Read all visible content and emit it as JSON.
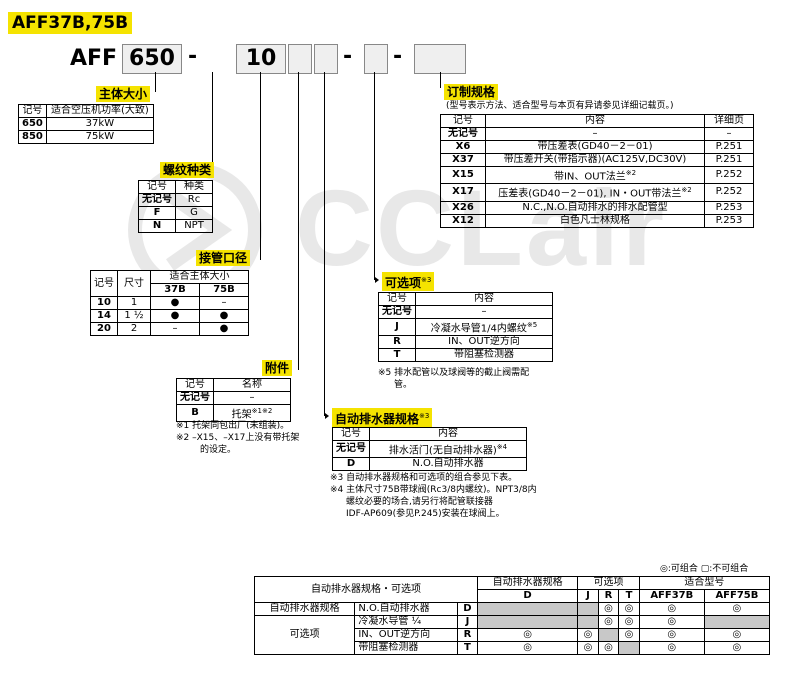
{
  "title": "AFF37B,75B",
  "model": {
    "prefix": "AFF",
    "size_value": "650",
    "port_value": "10",
    "dash": "-"
  },
  "body_size": {
    "label": "主体大小",
    "headers": [
      "记号",
      "适合空压机功率(大致)"
    ],
    "rows": [
      [
        "650",
        "37kW"
      ],
      [
        "850",
        "75kW"
      ]
    ]
  },
  "thread_type": {
    "label": "螺纹种类",
    "headers": [
      "记号",
      "种类"
    ],
    "rows": [
      [
        "无记号",
        "Rc"
      ],
      [
        "F",
        "G"
      ],
      [
        "N",
        "NPT"
      ]
    ]
  },
  "port_size": {
    "label": "接管口径",
    "headers": [
      "记号",
      "尺寸",
      "适合主体大小",
      "37B",
      "75B"
    ],
    "rows": [
      [
        "10",
        "1",
        "●",
        "–"
      ],
      [
        "14",
        "1 ½",
        "●",
        "●"
      ],
      [
        "20",
        "2",
        "–",
        "●"
      ]
    ]
  },
  "accessory": {
    "label": "附件",
    "headers": [
      "记号",
      "名称"
    ],
    "rows": [
      [
        "无记号",
        "–"
      ],
      [
        "B",
        "托架",
        "※1※2"
      ]
    ],
    "notes": [
      "※1 托架同包出厂(未组装)。",
      "※2 –X15、–X17上没有带托架",
      "的设定。"
    ]
  },
  "drain": {
    "label": "自动排水器规格",
    "label_sup": "※3",
    "headers": [
      "记号",
      "内容"
    ],
    "rows": [
      [
        "无记号",
        "排水活门(无自动排水器)",
        "※4"
      ],
      [
        "D",
        "N.O.自动排水器",
        ""
      ]
    ],
    "notes": [
      "※3 自动排水器规格和可选项的组合参见下表。",
      "※4 主体尺寸75B带球阀(Rc3/8内螺纹)。NPT3/8内",
      "螺纹必要的场合,请另行将配管联接器",
      "IDF-AP609(参见P.245)安装在球阀上。"
    ]
  },
  "options": {
    "label": "可选项",
    "label_sup": "※3",
    "headers": [
      "记号",
      "内容"
    ],
    "rows": [
      [
        "无记号",
        "–",
        ""
      ],
      [
        "J",
        "冷凝水导管1/4内螺纹",
        "※5"
      ],
      [
        "R",
        "IN、OUT逆方向",
        ""
      ],
      [
        "T",
        "带阻塞检测器",
        ""
      ]
    ],
    "notes": [
      "※5 排水配管以及球阀等的截止阀需配",
      "管。"
    ]
  },
  "custom": {
    "label": "订制规格",
    "subtitle": "(型号表示方法、适合型号与本页有异请参见详细记载页。)",
    "headers": [
      "记号",
      "内容",
      "详细页"
    ],
    "rows": [
      [
        "无记号",
        "–",
        "–",
        ""
      ],
      [
        "X6",
        "带压差表(GD40－2－01)",
        "P.251",
        ""
      ],
      [
        "X37",
        "带压差开关(带指示器)(AC125V,DC30V)",
        "P.251",
        ""
      ],
      [
        "X15",
        "带IN、OUT法兰",
        "P.252",
        "※2"
      ],
      [
        "X17",
        "压差表(GD40－2－01), IN・OUT带法兰",
        "P.252",
        "※2"
      ],
      [
        "X26",
        "N.C.,N.O.自动排水的排水配管型",
        "P.253",
        ""
      ],
      [
        "X12",
        "白色凡士林规格",
        "P.253",
        ""
      ]
    ]
  },
  "combo": {
    "legend": "◎:可组合  ▢:不可组合",
    "header_main": "自动排水器规格・可选项",
    "header_drain": "自动排水器规格",
    "header_opt": "可选项",
    "header_models": "适合型号",
    "cols": [
      "D",
      "J",
      "R",
      "T",
      "AFF37B",
      "AFF75B"
    ],
    "group_drain": "自动排水器规格",
    "group_opt": "可选项",
    "rows": [
      {
        "name": "N.O.自动排水器",
        "code": "D",
        "cells": [
          "",
          "",
          "◎",
          "◎",
          "◎",
          "◎"
        ],
        "grey": [
          true,
          true,
          false,
          false,
          false,
          false
        ]
      },
      {
        "name": "冷凝水导管 ¼",
        "code": "J",
        "cells": [
          "",
          "",
          "◎",
          "◎",
          "◎",
          ""
        ],
        "grey": [
          true,
          true,
          false,
          false,
          false,
          true
        ]
      },
      {
        "name": "IN、OUT逆方向",
        "code": "R",
        "cells": [
          "◎",
          "◎",
          "",
          "◎",
          "◎",
          "◎"
        ],
        "grey": [
          false,
          false,
          true,
          false,
          false,
          false
        ]
      },
      {
        "name": "带阻塞检测器",
        "code": "T",
        "cells": [
          "◎",
          "◎",
          "◎",
          "",
          "◎",
          "◎"
        ],
        "grey": [
          false,
          false,
          false,
          true,
          false,
          false
        ]
      }
    ]
  },
  "watermark_text": "CCLair"
}
